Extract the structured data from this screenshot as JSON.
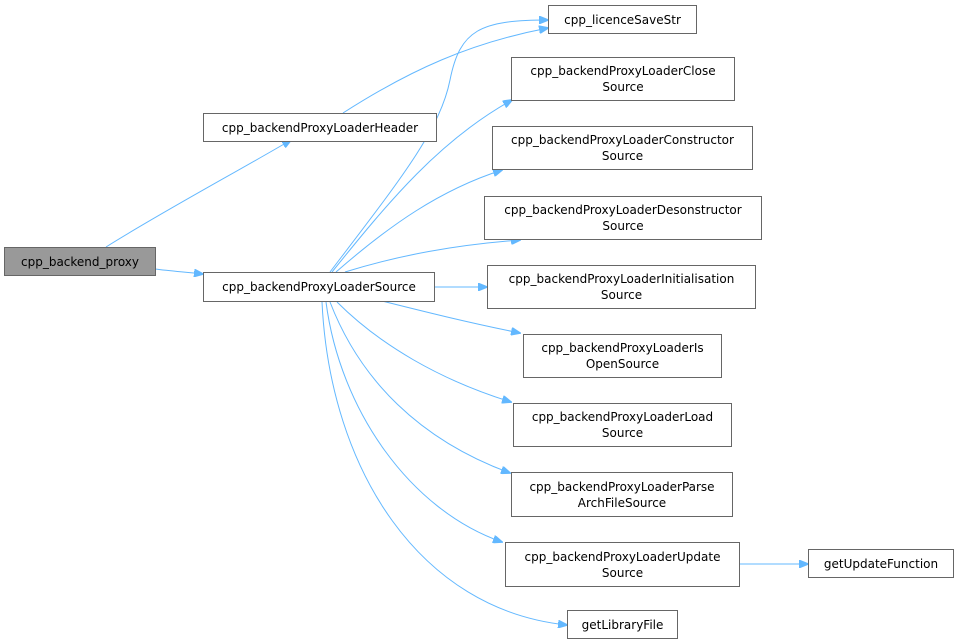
{
  "nodes": {
    "root": {
      "lines": [
        "cpp_backend_proxy"
      ]
    },
    "header": {
      "lines": [
        "cpp_backendProxyLoaderHeader"
      ]
    },
    "source": {
      "lines": [
        "cpp_backendProxyLoaderSource"
      ]
    },
    "licence": {
      "lines": [
        "cpp_licenceSaveStr"
      ]
    },
    "close": {
      "lines": [
        "cpp_backendProxyLoaderClose",
        "Source"
      ]
    },
    "constructor": {
      "lines": [
        "cpp_backendProxyLoaderConstructor",
        "Source"
      ]
    },
    "desonstructor": {
      "lines": [
        "cpp_backendProxyLoaderDesonstructor",
        "Source"
      ]
    },
    "initialisation": {
      "lines": [
        "cpp_backendProxyLoaderInitialisation",
        "Source"
      ]
    },
    "isopen": {
      "lines": [
        "cpp_backendProxyLoaderIs",
        "OpenSource"
      ]
    },
    "load": {
      "lines": [
        "cpp_backendProxyLoaderLoad",
        "Source"
      ]
    },
    "parse": {
      "lines": [
        "cpp_backendProxyLoaderParse",
        "ArchFileSource"
      ]
    },
    "update": {
      "lines": [
        "cpp_backendProxyLoaderUpdate",
        "Source"
      ]
    },
    "getupdate": {
      "lines": [
        "getUpdateFunction"
      ]
    },
    "getlibrary": {
      "lines": [
        "getLibraryFile"
      ]
    }
  },
  "edges": [
    [
      "root",
      "header"
    ],
    [
      "root",
      "source"
    ],
    [
      "header",
      "licence"
    ],
    [
      "source",
      "licence"
    ],
    [
      "source",
      "close"
    ],
    [
      "source",
      "constructor"
    ],
    [
      "source",
      "desonstructor"
    ],
    [
      "source",
      "initialisation"
    ],
    [
      "source",
      "isopen"
    ],
    [
      "source",
      "load"
    ],
    [
      "source",
      "parse"
    ],
    [
      "source",
      "update"
    ],
    [
      "source",
      "getlibrary"
    ],
    [
      "update",
      "getupdate"
    ]
  ]
}
